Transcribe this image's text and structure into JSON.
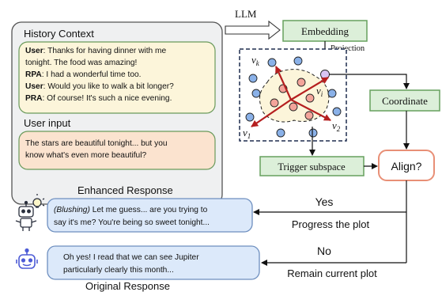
{
  "history": {
    "title": "History Context",
    "dialogue": [
      {
        "speaker": "User",
        "text": ": Thanks for having dinner with me tonight. The food was amazing!"
      },
      {
        "speaker": "RPA",
        "text": ": I had a wonderful time too."
      },
      {
        "speaker": "User",
        "text": ": Would you like to walk a bit longer?"
      },
      {
        "speaker": "PRA",
        "text": ": Of course! It's such a nice evening."
      }
    ],
    "input_title": "User input",
    "input_text": "The stars are beautiful tonight... but you know what's even more beautiful?"
  },
  "pipeline": {
    "llm_label": "LLM",
    "embedding_label": "Embedding",
    "projection_label": "Projection",
    "coordinate_label": "Coordinate",
    "trigger_label": "Trigger subspace",
    "align_label": "Align?",
    "vectors": {
      "vk": "v",
      "vk_sub": "k",
      "vi": "v",
      "vi_sub": "i",
      "v1": "v",
      "v1_sub": "1",
      "v2": "v",
      "v2_sub": "2"
    }
  },
  "responses": {
    "enhanced_title": "Enhanced Response",
    "enhanced_prefix": "(Blushing)",
    "enhanced_text": " Let me guess... are you trying to say it's me? You're being so sweet tonight...",
    "original_title": "Original Response",
    "original_text": "Oh yes! I read that we can see Jupiter particularly clearly this month...",
    "yes_label": "Yes",
    "yes_action": "Progress the plot",
    "no_label": "No",
    "no_action": "Remain current plot"
  },
  "colors": {
    "history_bg": "#eff0f1",
    "dialogue_bg": "#fcf5da",
    "input_bg": "#fbe3cf",
    "embedding_bg": "#dcefd9",
    "embedding_border": "#66a05e",
    "align_border": "#e88f76",
    "response_bg": "#dce9fa",
    "response_border": "#6e8fbf",
    "arrow_red": "#b51f1f",
    "dot_blue": "#8ab1e8",
    "dot_red": "#f3a49a",
    "dot_purple": "#d8c4f2"
  }
}
